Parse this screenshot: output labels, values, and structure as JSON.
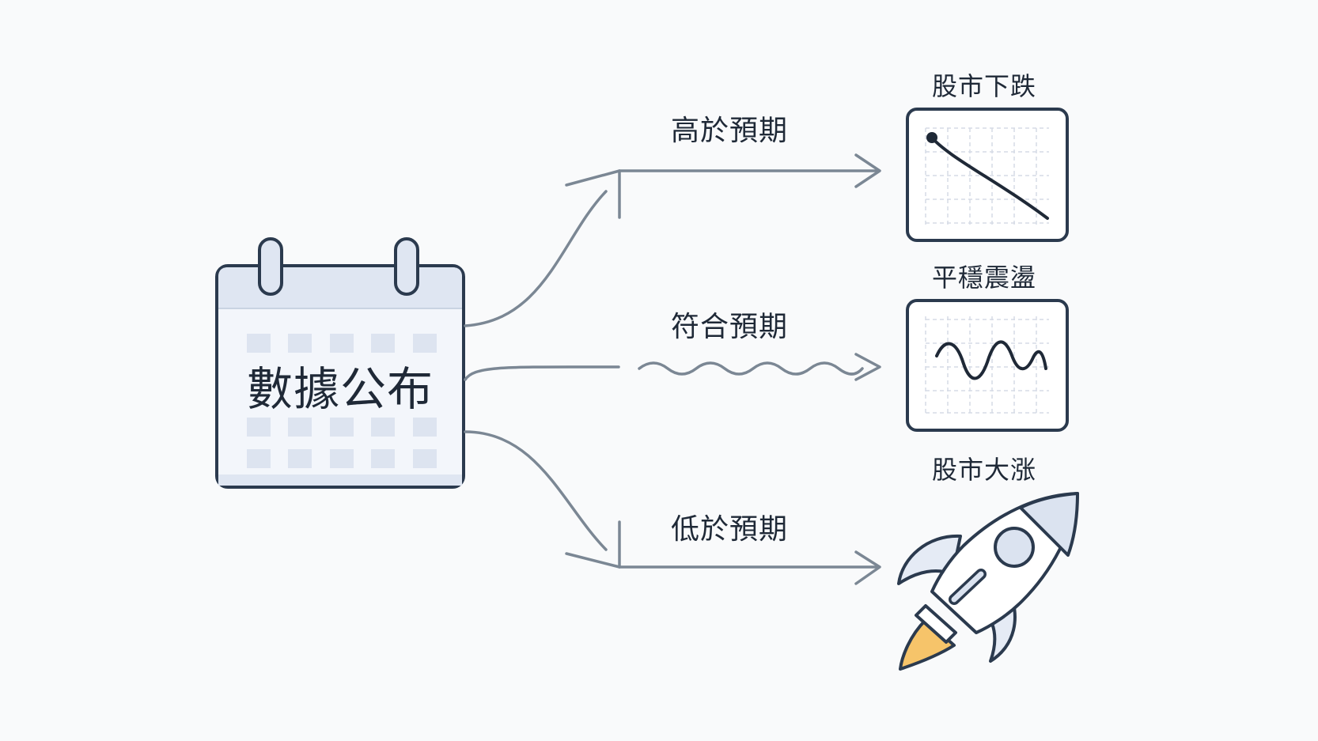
{
  "source": {
    "label": "數據公布",
    "icon": "calendar-icon"
  },
  "branches": [
    {
      "label": "高於預期",
      "connector": "straight-arrow"
    },
    {
      "label": "符合預期",
      "connector": "wavy-arrow"
    },
    {
      "label": "低於預期",
      "connector": "straight-arrow"
    }
  ],
  "outcomes": [
    {
      "label": "股市下跌",
      "icon": "falling-line-chart-icon"
    },
    {
      "label": "平穩震盪",
      "icon": "oscillating-wave-chart-icon"
    },
    {
      "label": "股市大涨",
      "icon": "rocket-icon"
    }
  ],
  "colors": {
    "background": "#f9fafb",
    "outline": "#1f2937",
    "connector": "#7b8794",
    "icon_fill": "#e5ebf5",
    "cell_fill": "#dde4f0",
    "flame": "#f6c46a"
  }
}
